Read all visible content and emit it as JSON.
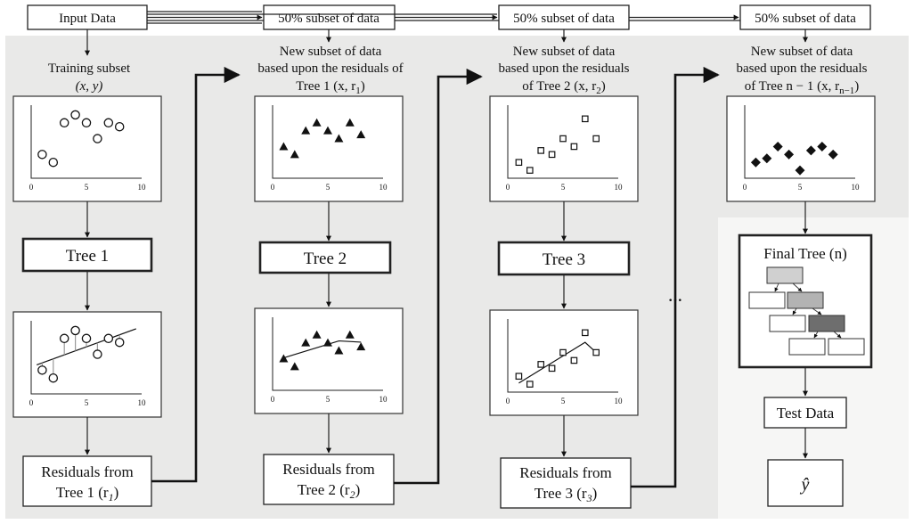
{
  "top_row": {
    "input_data": "Input Data",
    "subset_1": "50% subset of data",
    "subset_2": "50% subset of data",
    "subset_3": "50% subset of data"
  },
  "stage_1": {
    "caption_line1": "Training subset",
    "caption_line2": "(x, y)",
    "tree_label": "Tree 1",
    "residuals_line1": "Residuals from",
    "residuals_line2": "Tree 1 (r",
    "residuals_sub": "1",
    "residuals_close": ")"
  },
  "stage_2": {
    "caption_line1": "New subset of data",
    "caption_line2": "based upon the residuals of",
    "caption_line3": "Tree 1 (x, r",
    "caption_sub": "1",
    "caption_close": ")",
    "tree_label": "Tree 2",
    "residuals_line1": "Residuals from",
    "residuals_line2": "Tree 2 (r",
    "residuals_sub": "2",
    "residuals_close": ")"
  },
  "stage_3": {
    "caption_line1": "New subset of data",
    "caption_line2": "based upon the residuals",
    "caption_line3": "of Tree 2 (x, r",
    "caption_sub": "2",
    "caption_close": ")",
    "tree_label": "Tree 3",
    "residuals_line1": "Residuals from",
    "residuals_line2": "Tree 3 (r",
    "residuals_sub": "3",
    "residuals_close": ")"
  },
  "stage_n": {
    "caption_line1": "New subset of data",
    "caption_line2": "based upon the residuals",
    "caption_line3": "of Tree n − 1 (x, r",
    "caption_sub": "n−1",
    "caption_close": ")",
    "final_tree": "Final Tree (n)",
    "test_data": "Test Data",
    "output": "ŷ"
  },
  "ellipsis": "···",
  "axis_ticks": [
    "0",
    "5",
    "10"
  ],
  "colors": {
    "panel_background": "#e9e9e8",
    "tree_node_light": "#d0d0d0",
    "tree_node_medium": "#b3b3b3",
    "tree_node_dark": "#6e6e6e"
  },
  "plots": {
    "training": {
      "marker": "circle",
      "points": [
        [
          1,
          3
        ],
        [
          2,
          2
        ],
        [
          3,
          7
        ],
        [
          4,
          8
        ],
        [
          5,
          7
        ],
        [
          6,
          5
        ],
        [
          7,
          7
        ],
        [
          8,
          6.5
        ]
      ]
    },
    "residuals_2": {
      "marker": "triangle",
      "points": [
        [
          1,
          4
        ],
        [
          2,
          3
        ],
        [
          3,
          6
        ],
        [
          4,
          7
        ],
        [
          5,
          6
        ],
        [
          6,
          5
        ],
        [
          7,
          7
        ],
        [
          8,
          5.5
        ]
      ]
    },
    "residuals_3": {
      "marker": "square",
      "points": [
        [
          1,
          2
        ],
        [
          2,
          1
        ],
        [
          3,
          3.5
        ],
        [
          4,
          3
        ],
        [
          5,
          5
        ],
        [
          6,
          4
        ],
        [
          7,
          7.5
        ],
        [
          8,
          5
        ]
      ]
    },
    "residuals_n": {
      "marker": "diamond",
      "points": [
        [
          1,
          2
        ],
        [
          2,
          2.5
        ],
        [
          3,
          4
        ],
        [
          4,
          3
        ],
        [
          5,
          1
        ],
        [
          6,
          3.5
        ],
        [
          7,
          4
        ],
        [
          8,
          3
        ]
      ]
    }
  }
}
